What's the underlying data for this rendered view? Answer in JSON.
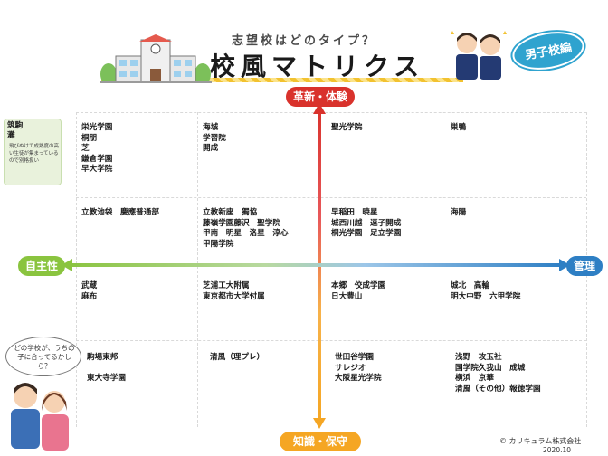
{
  "header": {
    "subtitle": "志望校はどのタイプ？",
    "title": "校風マトリクス",
    "edition": "男子校編"
  },
  "axes": {
    "top": "革新・体験",
    "bottom": "知識・保守",
    "left": "自主性",
    "right": "管理"
  },
  "cells": {
    "r1c1": "栄光学園\n桐朋\n芝\n鎌倉学園\n早大学院",
    "r1c2": "海城\n学習院\n開成",
    "r1c3": "聖光学院",
    "r1c4": "巣鴨",
    "r2c1": "立教池袋　慶應普通部",
    "r2c2": "立教新座　獨協\n藤嶺学園藤沢　聖学院\n甲南　明星　洛星　淳心\n甲陽学院",
    "r2c3": "早稲田　暁星\n城西川越　逗子開成\n桐光学園　足立学園",
    "r2c4": "海陽",
    "r3c1": "武蔵\n麻布",
    "r3c2": "芝浦工大附属\n東京都市大学付属",
    "r3c3": "本郷　佼成学園\n日大豊山",
    "r3c4": "城北　高輪\n明大中野　六甲学院",
    "r4c1": "駒場東邦\n\n東大寺学園",
    "r4c2": "清風（理プレ）",
    "r4c3": "世田谷学園\nサレジオ\n大阪星光学院",
    "r4c4": "浅野　攻玉社\n国学院久我山　成城\n横浜　京華\n清風（その他）報徳学園"
  },
  "note": {
    "title": "筑駒\n灘",
    "text": "飛びぬけて成熟度の高い生徒が集まっているので別格扱い"
  },
  "bubble": "どの学校が、うちの子に合ってるかしら？",
  "footer": {
    "copyright": "© カリキュラム株式会社",
    "date": "2020.10"
  },
  "colors": {
    "top": "#d9322c",
    "bottom": "#f5a623",
    "left": "#8ac43f",
    "right": "#2e7fc4",
    "edition": "#2fa3cf"
  }
}
